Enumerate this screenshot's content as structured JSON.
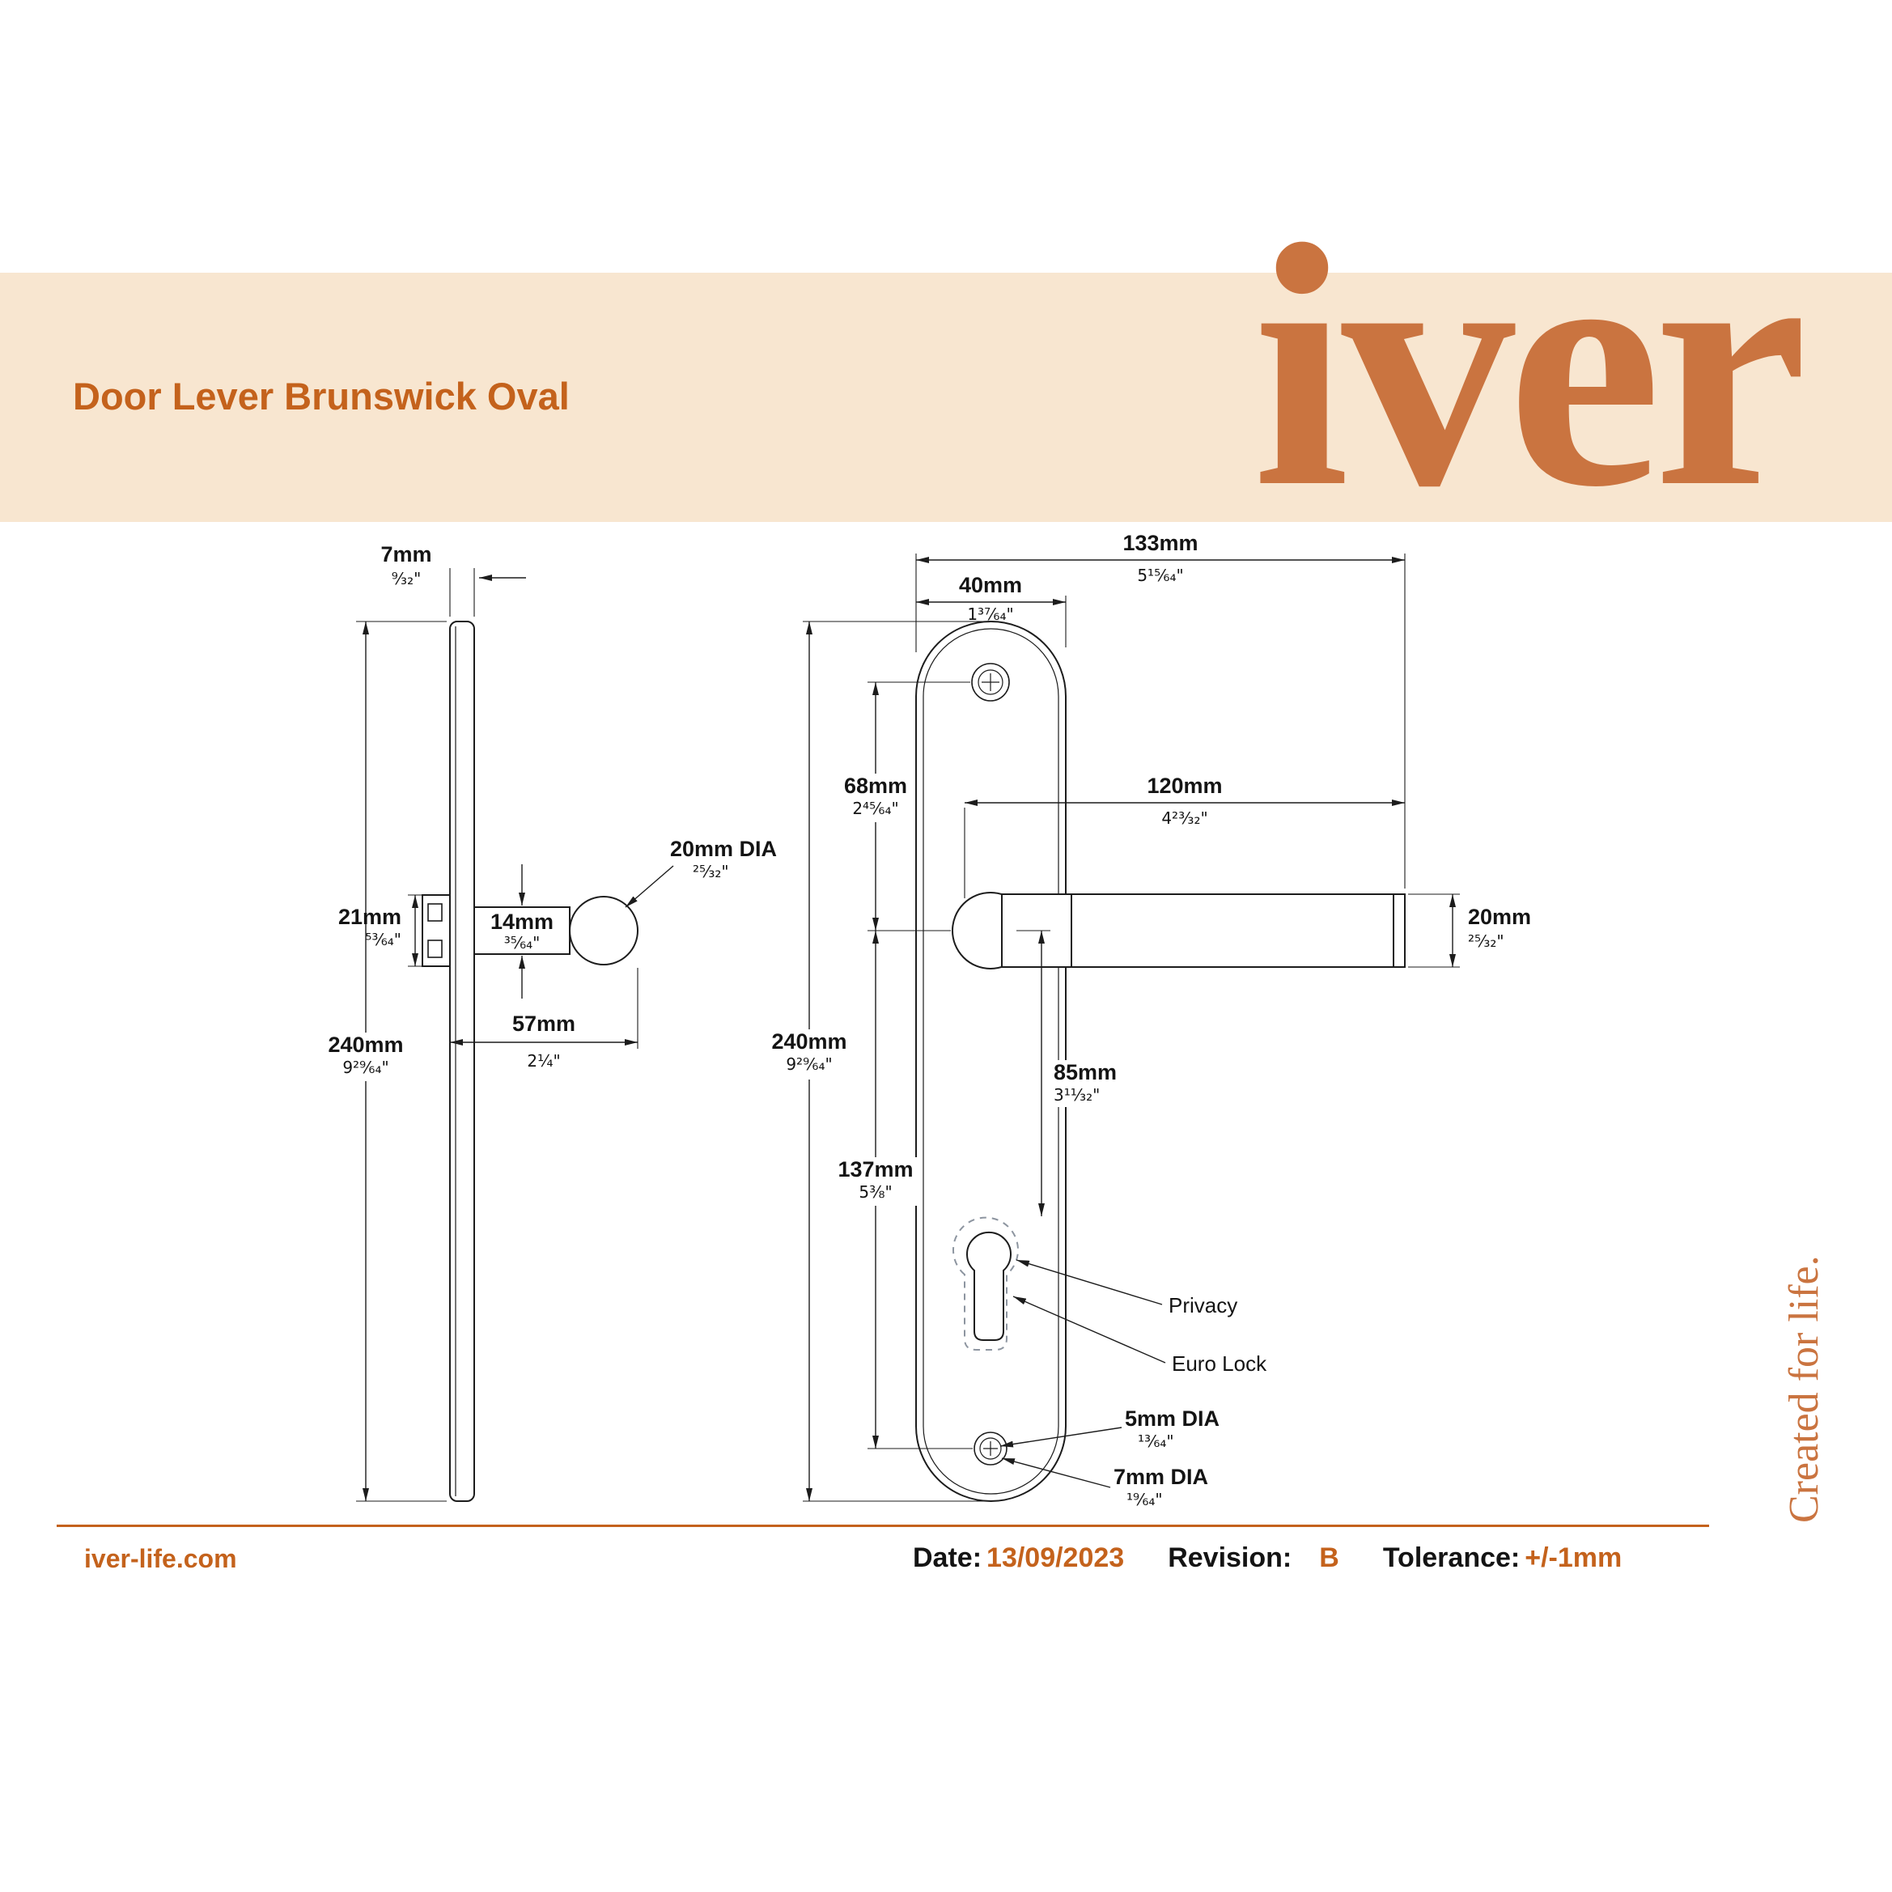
{
  "colors": {
    "band_cream": "#f8e6d0",
    "brand_orange": "#ca7440",
    "accent_orange": "#c4621c",
    "line_black": "#1c1c1c"
  },
  "header": {
    "title": "Door Lever Brunswick Oval",
    "logo_text": "iver"
  },
  "tagline": "Created for life.",
  "footer": {
    "website": "iver-life.com",
    "date_label": "Date:",
    "date_value": "13/09/2023",
    "revision_label": "Revision:",
    "revision_value": "B",
    "tolerance_label": "Tolerance:",
    "tolerance_value": "+/-1mm"
  },
  "side_view": {
    "thickness_mm": "7mm",
    "thickness_in": "⁹⁄₃₂\"",
    "rose_mm": "21mm",
    "rose_in": "⁵³⁄₆₄\"",
    "neck_mm": "14mm",
    "neck_in": "³⁵⁄₆₄\"",
    "dia_mm": "20mm DIA",
    "dia_in": "²⁵⁄₃₂\"",
    "projection_mm": "57mm",
    "projection_in": "2¼\"",
    "height_mm": "240mm",
    "height_in": "9²⁹⁄₆₄\""
  },
  "front_view": {
    "overall_width_mm": "133mm",
    "overall_width_in": "5¹⁵⁄₆₄\"",
    "plate_width_mm": "40mm",
    "plate_width_in": "1³⁷⁄₆₄\"",
    "screw_to_center_mm": "68mm",
    "screw_to_center_in": "2⁴⁵⁄₆₄\"",
    "lever_length_mm": "120mm",
    "lever_length_in": "4²³⁄₃₂\"",
    "bar_dia_mm": "20mm",
    "bar_dia_in": "²⁵⁄₃₂\"",
    "height_mm": "240mm",
    "height_in": "9²⁹⁄₆₄\"",
    "center_to_key_mm": "85mm",
    "center_to_key_in": "3¹¹⁄₃₂\"",
    "center_to_screw_mm": "137mm",
    "center_to_screw_in": "5⅜\"",
    "screw_dia_mm": "5mm DIA",
    "screw_dia_in": "¹³⁄₆₄\"",
    "hole_dia_mm": "7mm DIA",
    "hole_dia_in": "¹⁹⁄₆₄\"",
    "privacy_label": "Privacy",
    "euro_lock_label": "Euro Lock"
  }
}
